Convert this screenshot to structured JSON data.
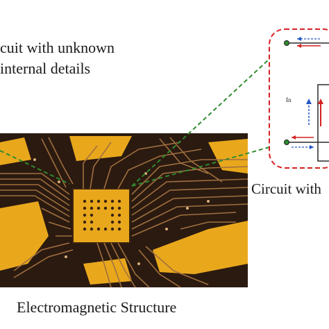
{
  "labels": {
    "unknown_line1": "cuit with unknown",
    "unknown_line2": "internal details",
    "circuit_with": "Circuit with",
    "em_structure": "Electromagnetic Structure",
    "inset_in": "In"
  },
  "colors": {
    "pcb_dark": "#2b1a10",
    "pcb_gold": "#e9a81c",
    "trace_brown": "#7a5333",
    "dashed_green": "#2e8b2e",
    "dashed_red": "#d62020",
    "arrow_blue": "#2255c4",
    "arrow_red": "#d42020"
  }
}
